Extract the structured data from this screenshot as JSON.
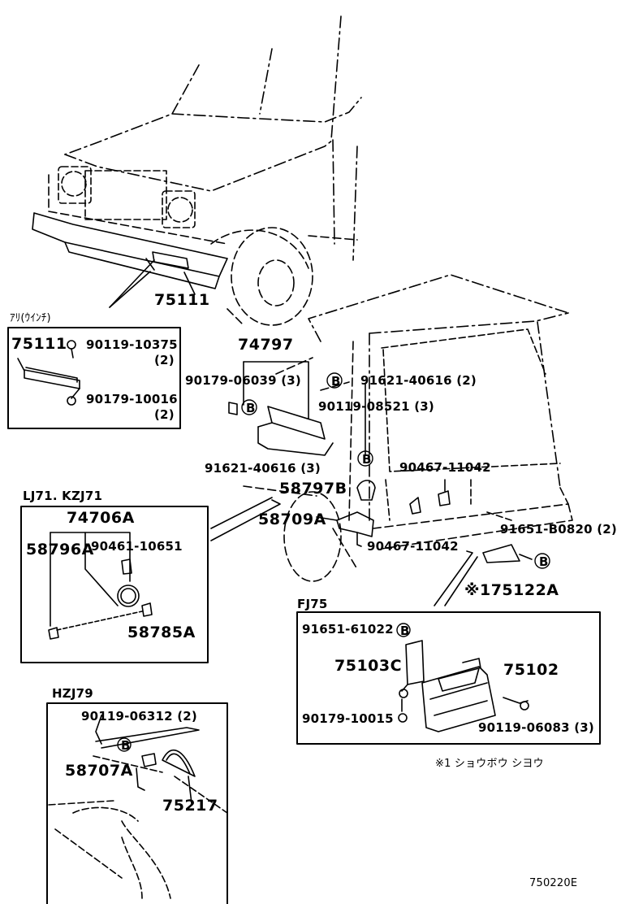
{
  "diagram": {
    "top_callout": "75111",
    "winch_box": {
      "header": "ｱﾘ(ｳｲﾝﾁ)",
      "part_main": "75111",
      "bolt_a": "90119-10375",
      "bolt_a_qty": "(2)",
      "nut_a": "90179-10016",
      "nut_a_qty": "(2)"
    },
    "rear": {
      "p74797": "74797",
      "p90179_06039": "90179-06039 (3)",
      "p91621_40616_a": "91621-40616 (2)",
      "p90119_08521": "90119-08521 (3)",
      "p91621_40616_b": "91621-40616 (3)",
      "p90467_11042_a": "90467-11042",
      "p58797B": "58797B",
      "p58709A": "58709A",
      "p90467_11042_b": "90467-11042",
      "p91651_B0820": "91651-B0820 (2)",
      "p75122A": "※175122A",
      "marker_b": "B"
    },
    "lj71_box": {
      "header": "LJ71. KZJ71",
      "p74706A": "74706A",
      "p58796A": "58796A",
      "p90461_10651": "90461-10651",
      "p58785A": "58785A"
    },
    "fj75_box": {
      "header": "FJ75",
      "p91651_61022": "91651-61022",
      "p75103C": "75103C",
      "p75102": "75102",
      "p90179_10015": "90179-10015",
      "p90119_06083": "90119-06083 (3)"
    },
    "note": "※1 ショウボウ シヨウ",
    "hzj79_box": {
      "header": "HZJ79",
      "p90119_06312": "90119-06312 (2)",
      "p58707A": "58707A",
      "p75217": "75217"
    },
    "figure_code": "750220E"
  }
}
